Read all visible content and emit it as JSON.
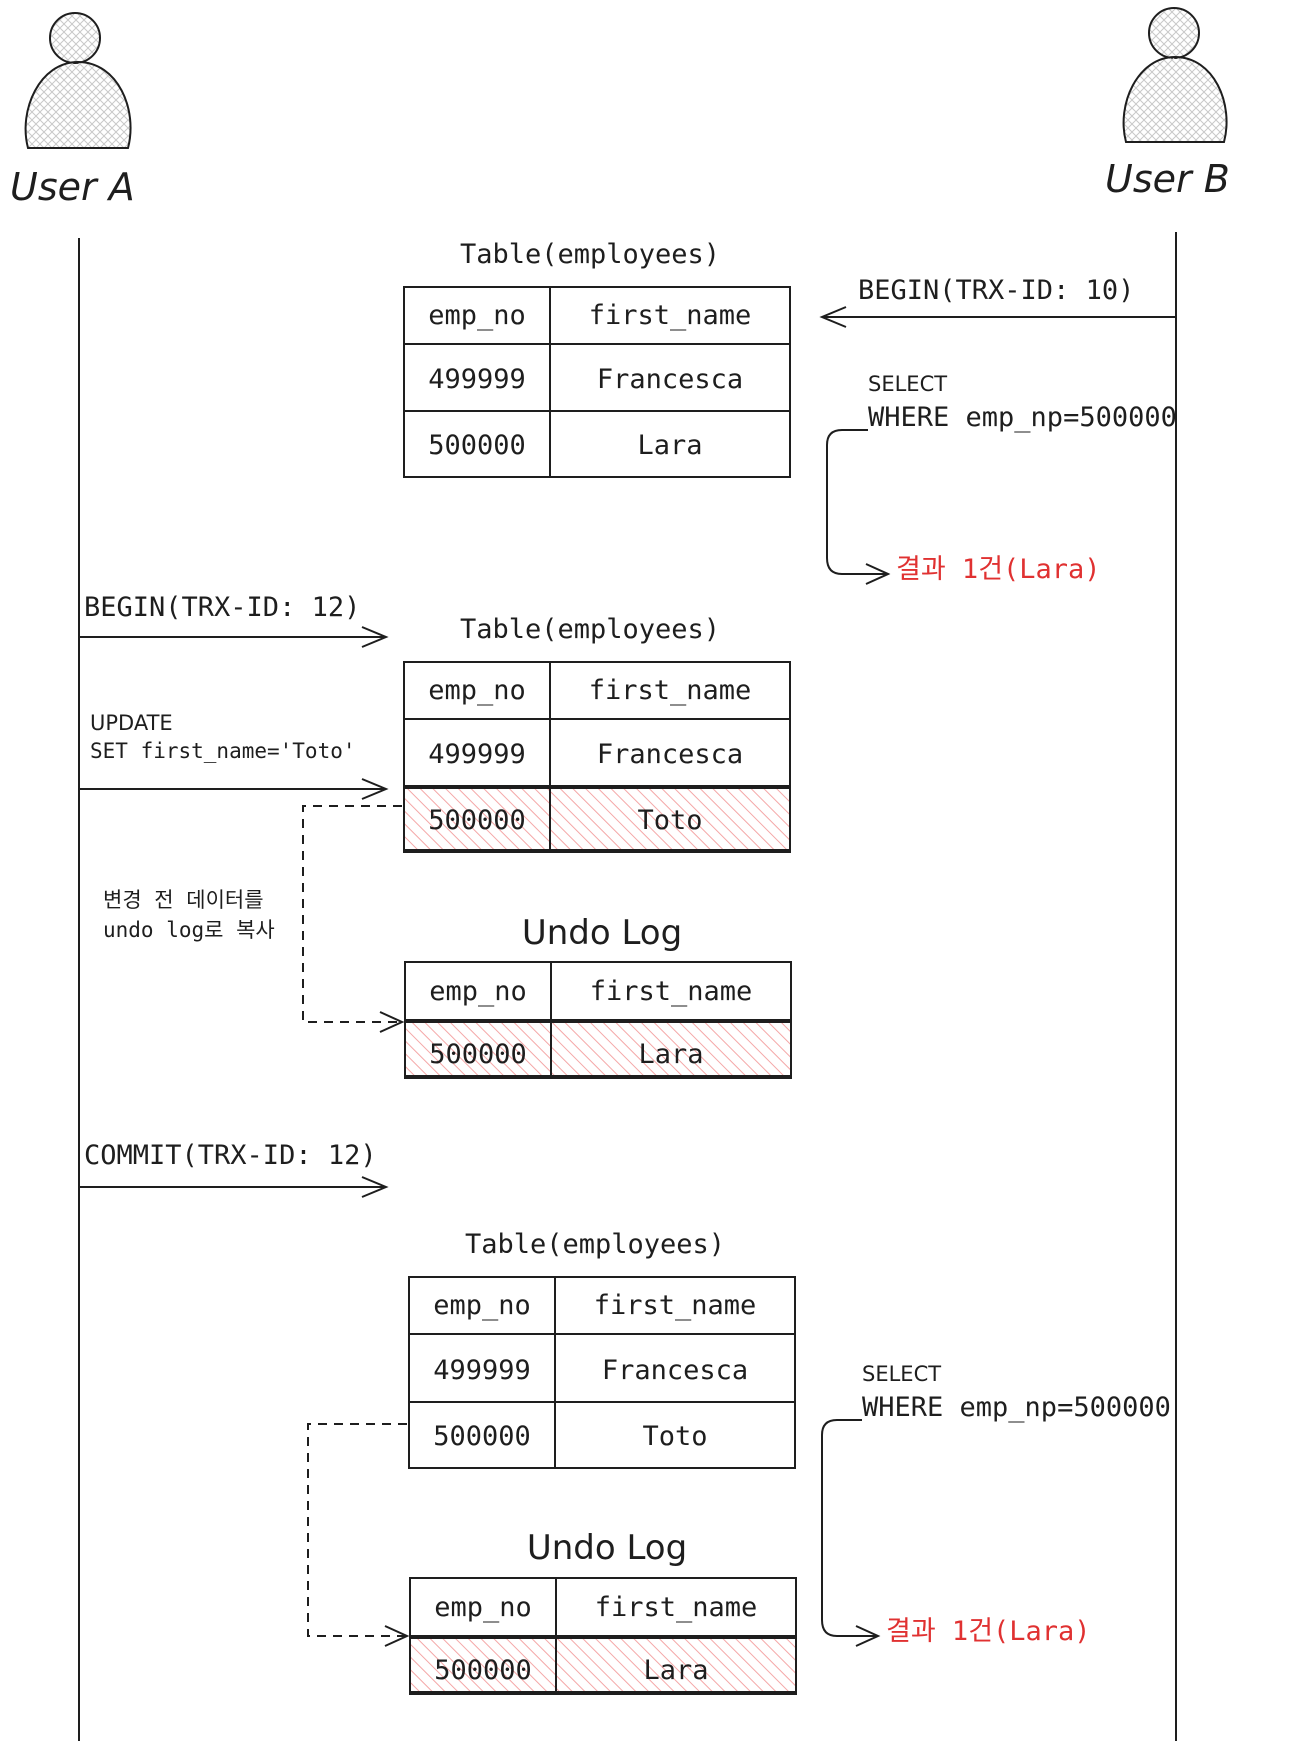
{
  "actors": {
    "a": "User A",
    "b": "User B"
  },
  "titles": {
    "table_1": "Table(employees)",
    "table_2": "Table(employees)",
    "undo_1": "Undo Log",
    "table_3": "Table(employees)",
    "undo_2": "Undo Log"
  },
  "headers": [
    "emp_no",
    "first_name"
  ],
  "tables": {
    "table_1": [
      [
        "499999",
        "Francesca"
      ],
      [
        "500000",
        "Lara"
      ]
    ],
    "table_2": [
      [
        "499999",
        "Francesca"
      ],
      [
        "500000",
        "Toto"
      ]
    ],
    "undo_1": [
      [
        "500000",
        "Lara"
      ]
    ],
    "table_3": [
      [
        "499999",
        "Francesca"
      ],
      [
        "500000",
        "Toto"
      ]
    ],
    "undo_2": [
      [
        "500000",
        "Lara"
      ]
    ]
  },
  "messages": {
    "b_begin": "BEGIN(TRX-ID: 10)",
    "b_select1_line1": "SELECT",
    "b_select1_line2": "WHERE emp_np=500000",
    "b_result1": "결과 1건(Lara)",
    "a_begin": "BEGIN(TRX-ID: 12)",
    "a_update_line1": "UPDATE",
    "a_update_line2": "SET first_name='Toto'",
    "a_copy_line1": "변경 전 데이터를",
    "a_copy_line2": "undo log로 복사",
    "a_commit": "COMMIT(TRX-ID: 12)",
    "b_select2_line1": "SELECT",
    "b_select2_line2": "WHERE emp_np=500000",
    "b_result2": "결과 1건(Lara)"
  },
  "colors": {
    "ink": "#1e1e1e",
    "result": "#e03131",
    "hatch": "#f4a7a7"
  }
}
